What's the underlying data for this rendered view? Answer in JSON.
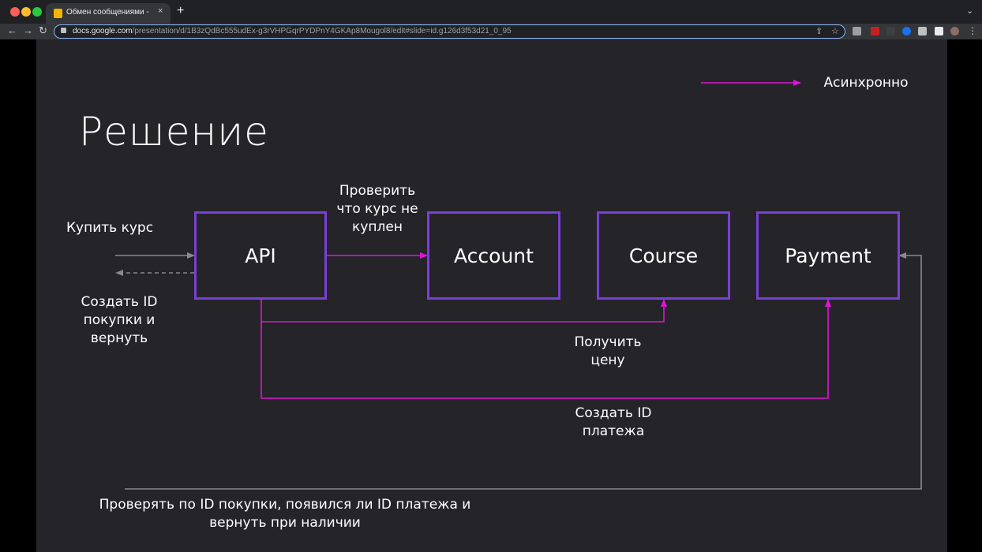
{
  "browser": {
    "tab_title": "Обмен сообщениями - Google Slides",
    "tab_close": "×",
    "new_tab": "+",
    "url_host": "docs.google.com",
    "url_path": "/presentation/d/1B3zQdBc555udEx-g3rVHPGqrPYDPnY4GKAp8Mougol8/edit#slide=id.g126d3f53d21_0_95"
  },
  "slide": {
    "title": "Решение",
    "legend": "Асинхронно",
    "boxes": {
      "api": "API",
      "account": "Account",
      "course": "Course",
      "payment": "Payment"
    },
    "labels": {
      "buy_course": "Купить курс",
      "check_not_bought": "Проверить\nчто курс не\nкуплен",
      "create_purchase_id": "Создать ID\nпокупки и\nвернуть",
      "get_price": "Получить\nцену",
      "create_payment_id": "Создать ID\nплатежа",
      "check_by_purchase_id": "Проверять по ID покупки, появился ли ID платежа и\nвернуть при наличии"
    }
  },
  "colors": {
    "async_arrow": "#e014d8",
    "box_border": "#7a3fd6",
    "sync_line": "#8a8a8e",
    "slide_bg": "#252428"
  }
}
